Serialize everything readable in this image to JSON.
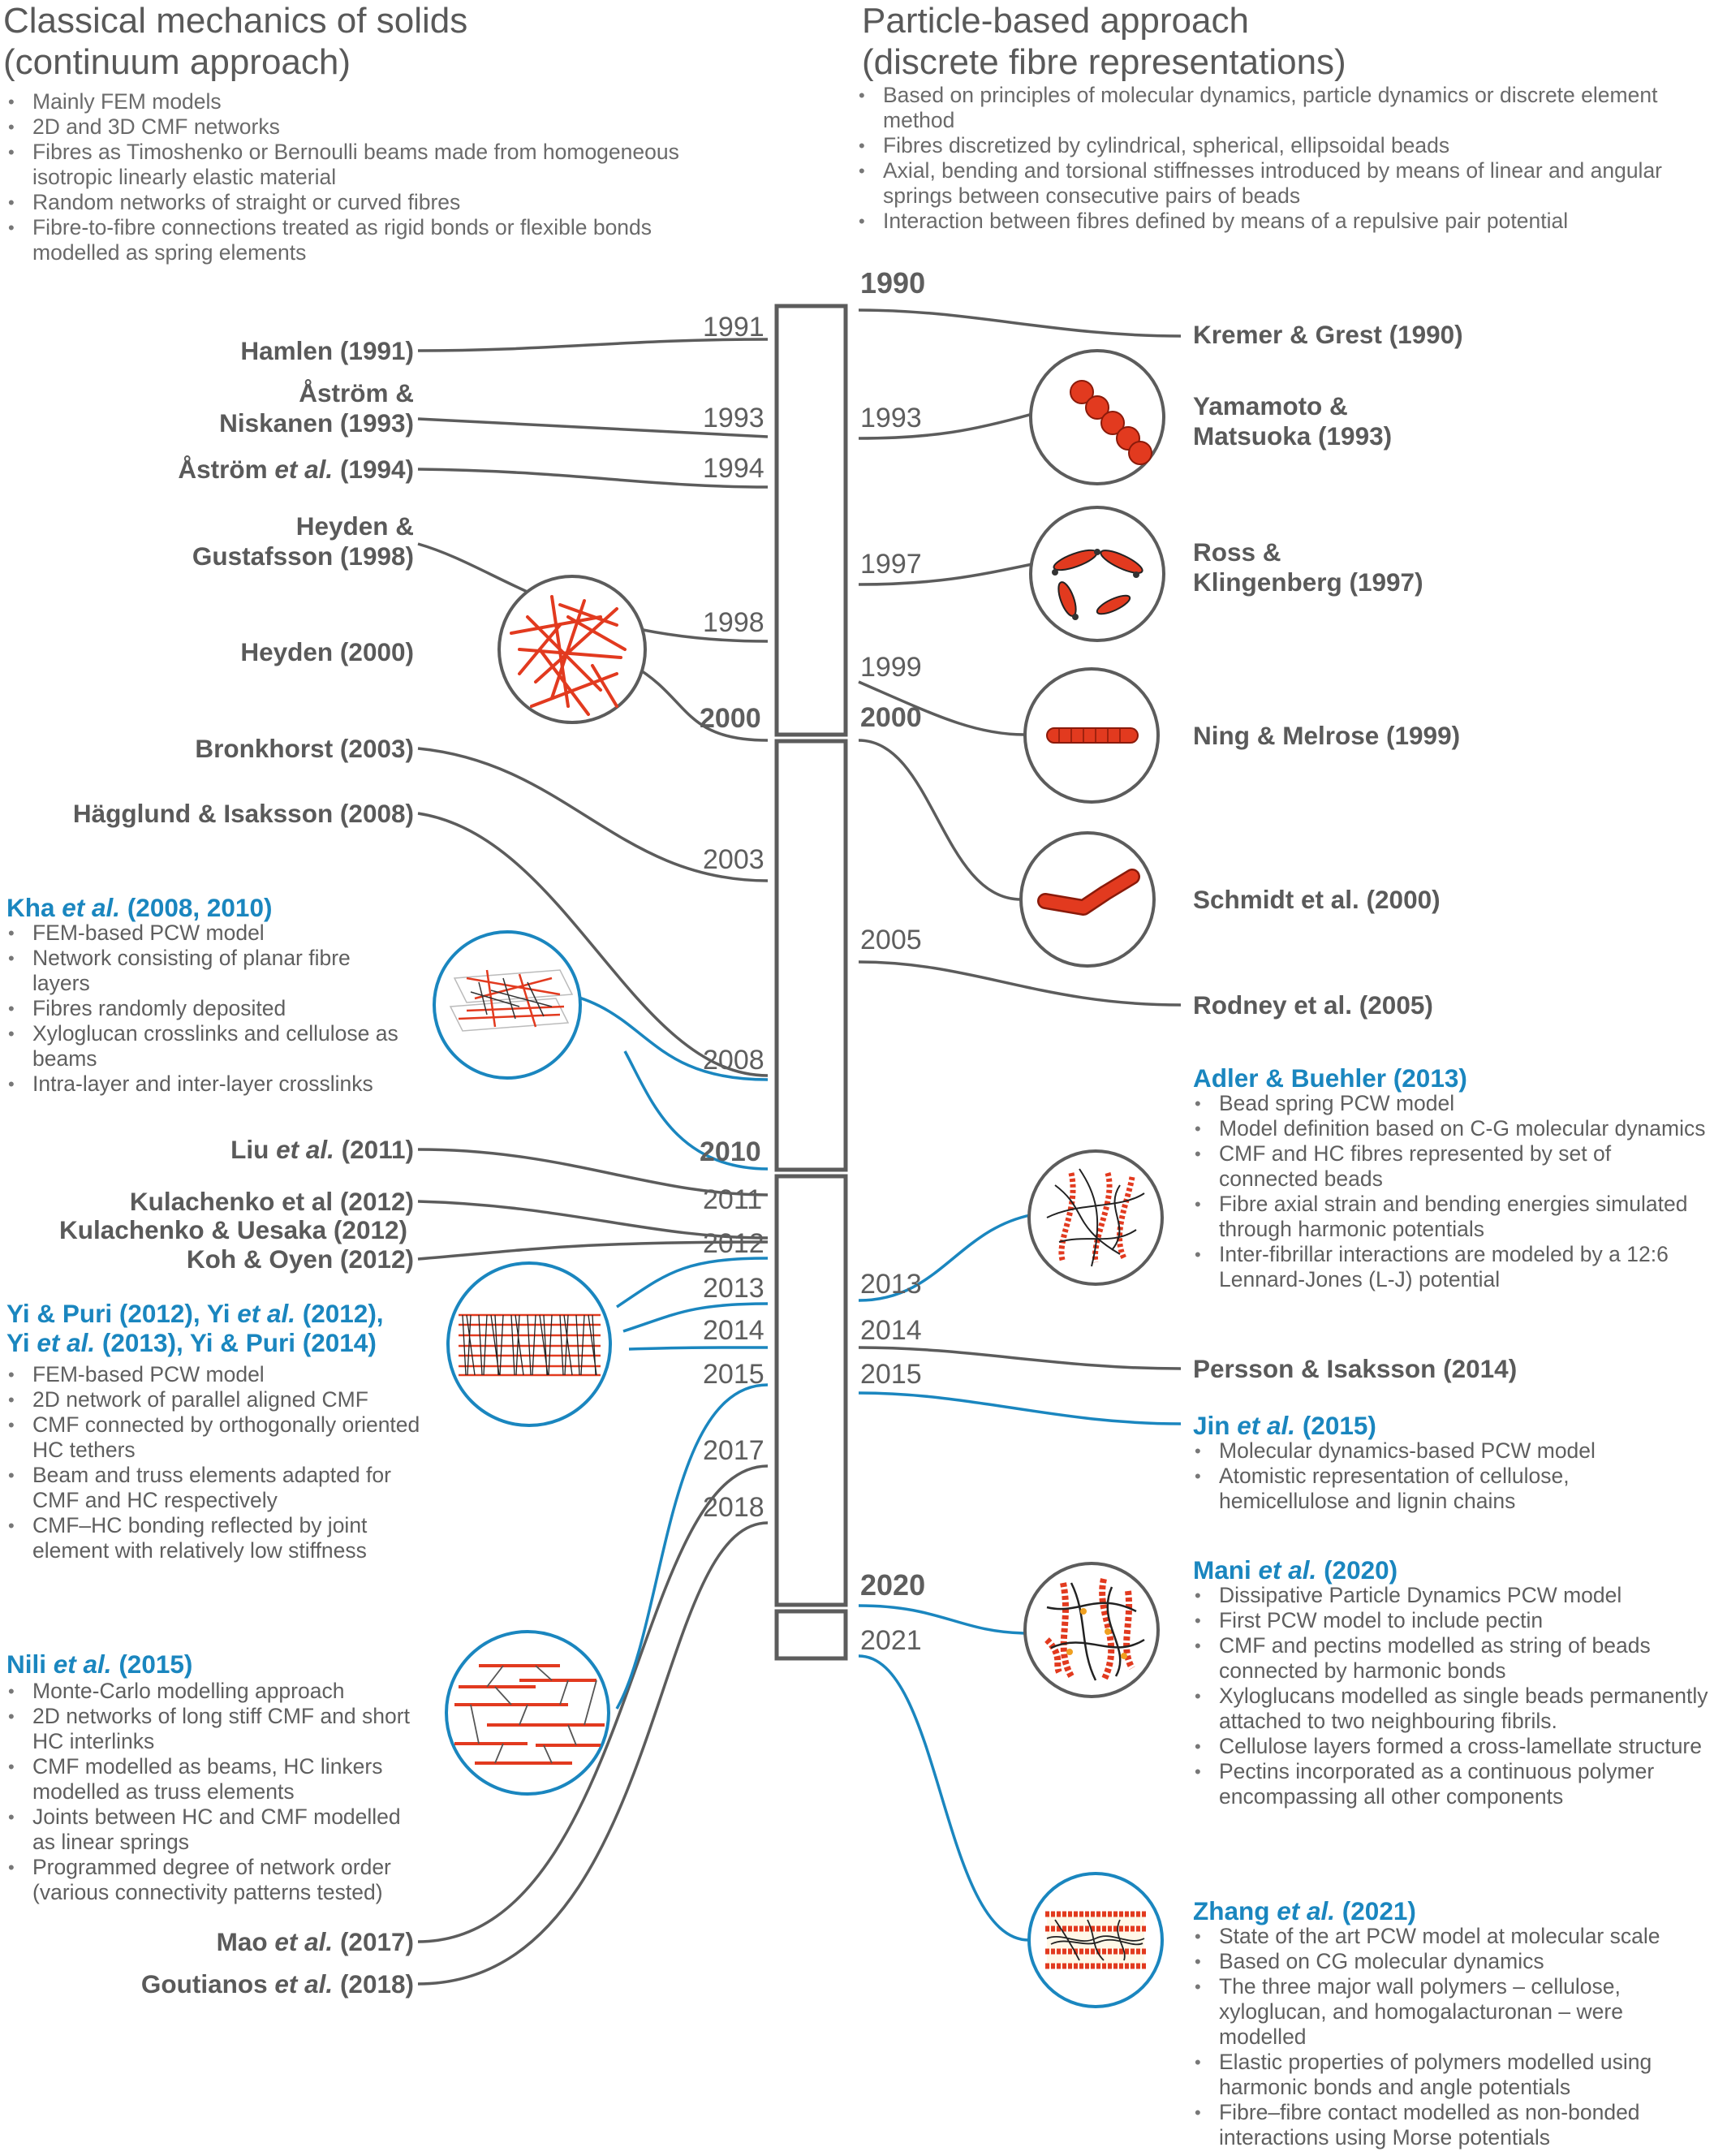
{
  "left_header": {
    "title_line1": "Classical mechanics of solids",
    "title_line2": "(continuum approach)",
    "bullets": [
      "Mainly FEM models",
      "2D and 3D CMF networks",
      "Fibres as Timoshenko or Bernoulli beams made from homogeneous isotropic linearly elastic material",
      "Random networks of straight or curved fibres",
      "Fibre-to-fibre connections treated as rigid bonds or flexible bonds modelled as spring elements"
    ]
  },
  "right_header": {
    "title_line1": "Particle-based approach",
    "title_line2": "(discrete fibre representations)",
    "bullets": [
      "Based on principles of molecular dynamics, particle dynamics or discrete element method",
      "Fibres discretized by cylindrical, spherical, ellipsoidal beads",
      "Axial, bending and torsional stiffnesses introduced by means of linear and angular springs between consecutive pairs of beads",
      "Interaction between fibres defined by means of a repulsive pair potential"
    ]
  },
  "timeline_left_years": {
    "y1991": "1991",
    "y1993": "1993",
    "y1994": "1994",
    "y1998": "1998",
    "y2000": "2000",
    "y2003": "2003",
    "y2008": "2008",
    "y2010": "2010",
    "y2011": "2011",
    "y2012": "2012",
    "y2013": "2013",
    "y2014": "2014",
    "y2015": "2015",
    "y2017": "2017",
    "y2018": "2018"
  },
  "timeline_right_years": {
    "y1990": "1990",
    "y1993": "1993",
    "y1997": "1997",
    "y1999": "1999",
    "y2000": "2000",
    "y2005": "2005",
    "y2013": "2013",
    "y2014": "2014",
    "y2015": "2015",
    "y2020": "2020",
    "y2021": "2021"
  },
  "left_refs": {
    "hamlen": "Hamlen (1991)",
    "astrom1_l1": "Åström &",
    "astrom1_l2": "Niskanen (1993)",
    "astrom2_a": "Åström ",
    "astrom2_b": "et al.",
    "astrom2_c": " (1994)",
    "heyden1_l1": "Heyden &",
    "heyden1_l2": "Gustafsson (1998)",
    "heyden2": "Heyden (2000)",
    "bronkhorst": "Bronkhorst (2003)",
    "hagglund": "Hägglund & Isaksson (2008)",
    "liu_a": "Liu ",
    "liu_b": "et al.",
    "liu_c": " (2011)",
    "kula1": "Kulachenko et al (2012)",
    "kula2": "Kulachenko & Uesaka (2012)",
    "koh": "Koh & Oyen (2012)",
    "mao_a": "Mao ",
    "mao_b": "et al.",
    "mao_c": " (2017)",
    "gout_a": "Goutianos ",
    "gout_b": "et al.",
    "gout_c": " (2018)"
  },
  "kha": {
    "title_a": "Kha ",
    "title_b": "et al.",
    "title_c": " (2008, 2010)",
    "bullets": [
      "FEM-based PCW model",
      "Network consisting of planar fibre layers",
      "Fibres randomly deposited",
      "Xyloglucan crosslinks and cellulose as beams",
      "Intra-layer and inter-layer crosslinks"
    ]
  },
  "yi": {
    "line1_a": "Yi & Puri (2012), Yi ",
    "line1_b": "et al.",
    "line1_c": " (2012),",
    "line2_a": "Yi ",
    "line2_b": "et al.",
    "line2_c": " (2013), Yi & Puri (2014)",
    "bullets": [
      "FEM-based PCW model",
      "2D network of parallel aligned CMF",
      "CMF connected by orthogonally oriented HC tethers",
      "Beam and truss elements adapted for CMF and HC respectively",
      "CMF–HC bonding reflected by joint element with relatively low stiffness"
    ]
  },
  "nili": {
    "title_a": "Nili ",
    "title_b": "et al.",
    "title_c": " (2015)",
    "bullets": [
      "Monte-Carlo modelling approach",
      "2D networks of long stiff CMF and short HC interlinks",
      "CMF modelled as beams, HC linkers modelled as truss elements",
      "Joints between HC and CMF modelled as linear springs",
      "Programmed degree of network order (various connectivity patterns tested)"
    ]
  },
  "right_refs": {
    "kremer": "Kremer & Grest (1990)",
    "yamamoto_l1": "Yamamoto &",
    "yamamoto_l2": "Matsuoka (1993)",
    "ross_l1": "Ross &",
    "ross_l2": "Klingenberg (1997)",
    "ning": "Ning & Melrose (1999)",
    "schmidt": "Schmidt et al. (2000)",
    "rodney": "Rodney et al. (2005)",
    "persson": "Persson & Isaksson (2014)"
  },
  "adler": {
    "title": "Adler & Buehler (2013)",
    "bullets": [
      "Bead spring PCW model",
      "Model definition based on C-G molecular dynamics",
      "CMF and HC fibres represented by set of connected beads",
      "Fibre axial strain and bending energies simulated through harmonic potentials",
      "Inter-fibrillar interactions are modeled by a 12:6 Lennard-Jones (L-J) potential"
    ]
  },
  "jin": {
    "title_a": "Jin ",
    "title_b": "et al.",
    "title_c": " (2015)",
    "bullets": [
      "Molecular dynamics-based PCW model",
      "Atomistic representation of cellulose, hemicellulose and lignin chains"
    ]
  },
  "mani": {
    "title_a": "Mani ",
    "title_b": "et al.",
    "title_c": " (2020)",
    "bullets": [
      "Dissipative Particle Dynamics PCW model",
      "First PCW model to include pectin",
      "CMF and pectins modelled as string of beads connected by harmonic bonds",
      "Xyloglucans modelled as single beads permanently attached to two neighbouring fibrils.",
      "Cellulose layers formed a cross-lamellate structure",
      "Pectins incorporated as a continuous polymer encompassing all other components"
    ]
  },
  "zhang": {
    "title_a": "Zhang ",
    "title_b": "et al.",
    "title_c": " (2021)",
    "bullets": [
      "State of the art PCW model at molecular scale",
      "Based on CG molecular dynamics",
      "The three major wall polymers – cellulose, xyloglucan, and homogalacturonan – were modelled",
      "Elastic properties of polymers modelled using harmonic bonds and angle potentials",
      "Fibre–fibre contact modelled as non-bonded interactions using Morse potentials"
    ]
  },
  "colors": {
    "grey": "#5c5c5c",
    "blue": "#1a86bf",
    "red": "#e23a1f"
  }
}
